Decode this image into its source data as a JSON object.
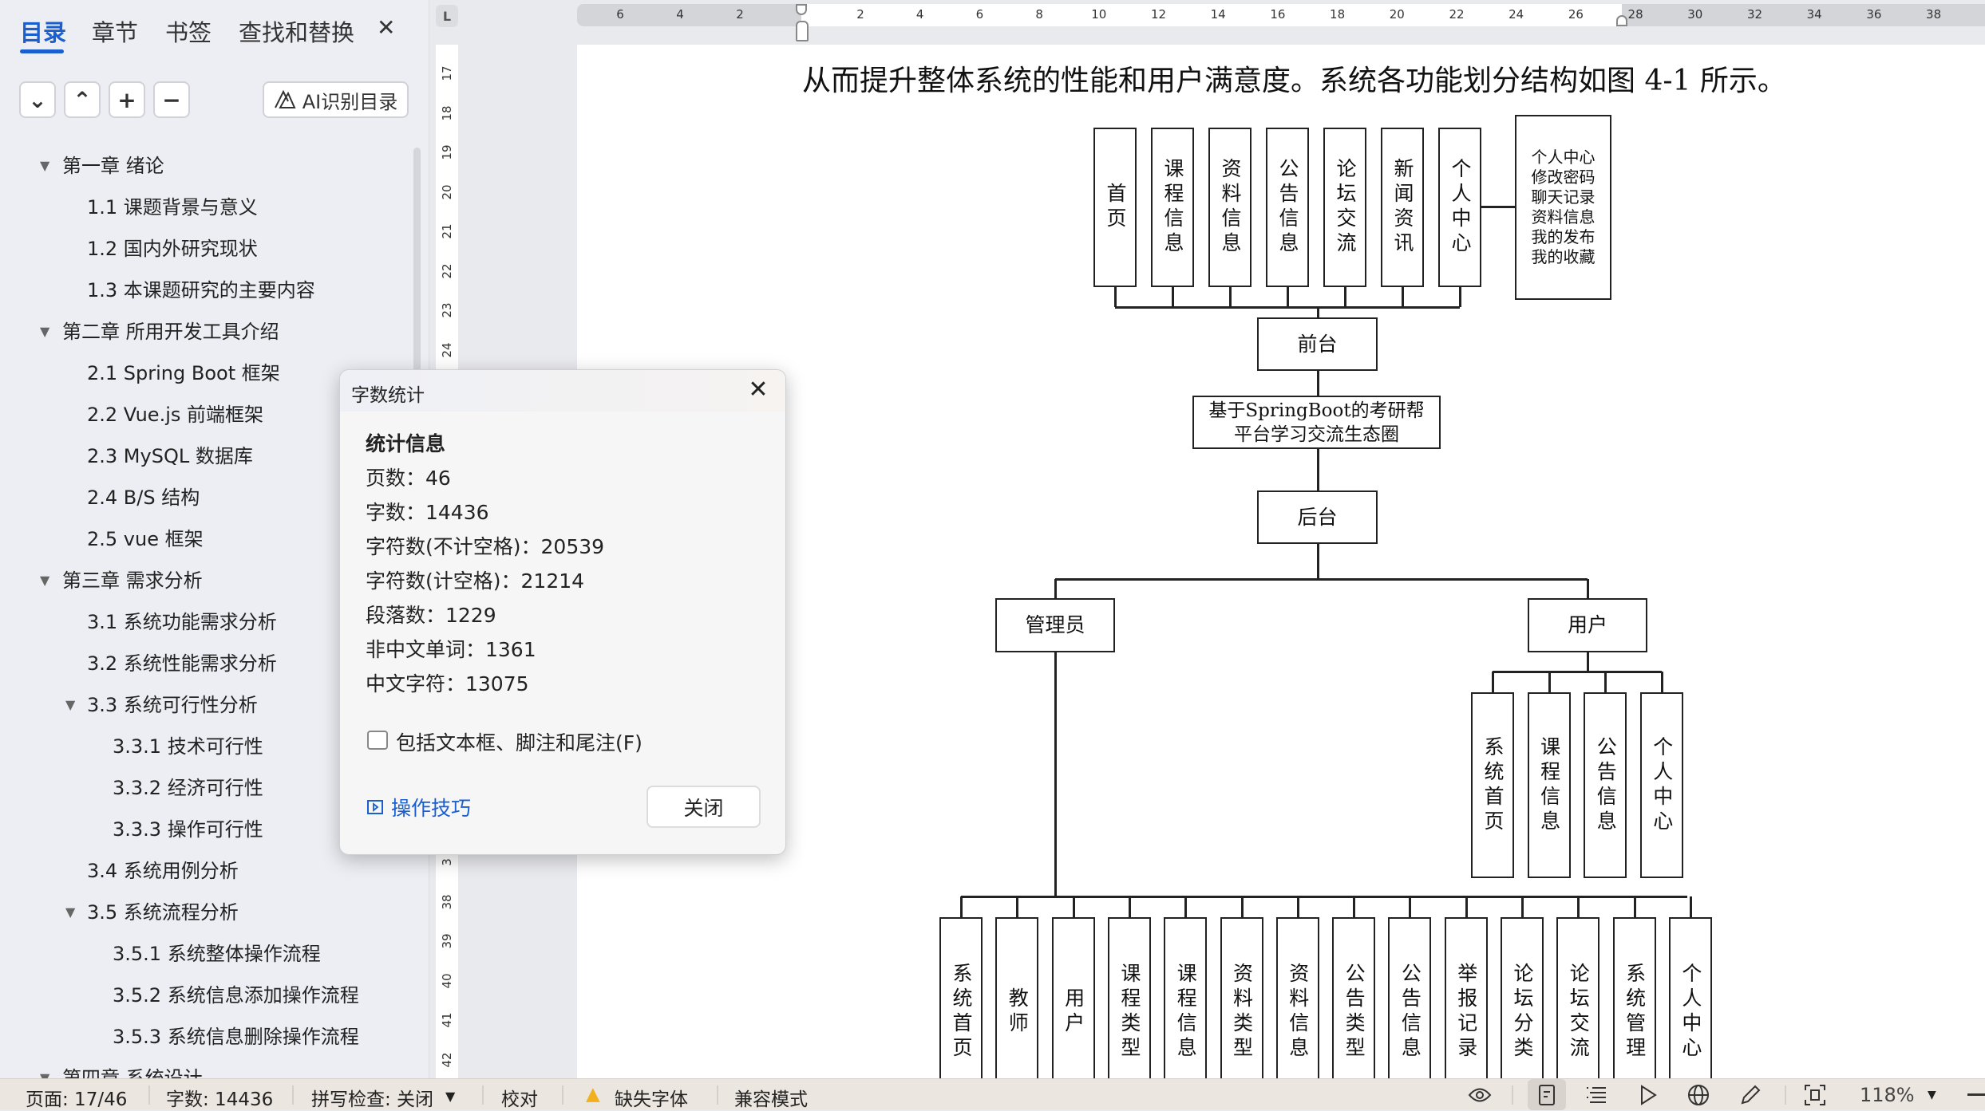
{
  "sidebar": {
    "tabs": [
      "目录",
      "章节",
      "书签",
      "查找和替换"
    ],
    "close_glyph": "✕",
    "ai_button": "AI识别目录",
    "toc": [
      {
        "label": "第一章  绪论",
        "level": 1,
        "expanded": true
      },
      {
        "label": "1.1 课题背景与意义",
        "level": 2
      },
      {
        "label": "1.2 国内外研究现状",
        "level": 2
      },
      {
        "label": "1.3 本课题研究的主要内容",
        "level": 2
      },
      {
        "label": "第二章  所用开发工具介绍",
        "level": 1,
        "expanded": true
      },
      {
        "label": "2.1 Spring Boot 框架",
        "level": 2
      },
      {
        "label": "2.2 Vue.js 前端框架",
        "level": 2
      },
      {
        "label": "2.3 MySQL 数据库",
        "level": 2
      },
      {
        "label": "2.4 B/S 结构",
        "level": 2
      },
      {
        "label": "2.5 vue 框架",
        "level": 2
      },
      {
        "label": "第三章  需求分析",
        "level": 1,
        "expanded": true
      },
      {
        "label": "3.1 系统功能需求分析",
        "level": 2
      },
      {
        "label": "3.2 系统性能需求分析",
        "level": 2
      },
      {
        "label": "3.3 系统可行性分析",
        "level": 2,
        "expanded": true
      },
      {
        "label": "3.3.1 技术可行性",
        "level": 3
      },
      {
        "label": "3.3.2 经济可行性",
        "level": 3
      },
      {
        "label": "3.3.3 操作可行性",
        "level": 3
      },
      {
        "label": "3.4 系统用例分析",
        "level": 2
      },
      {
        "label": "3.5 系统流程分析",
        "level": 2,
        "expanded": true
      },
      {
        "label": "3.5.1 系统整体操作流程",
        "level": 3
      },
      {
        "label": "3.5.2 系统信息添加操作流程",
        "level": 3
      },
      {
        "label": "3.5.3 系统信息删除操作流程",
        "level": 3
      },
      {
        "label": "第四章  系统设计",
        "level": 1,
        "expanded": true
      }
    ]
  },
  "rulers": {
    "horizontal_left": [
      "6",
      "4",
      "2"
    ],
    "horizontal": [
      "2",
      "4",
      "6",
      "8",
      "10",
      "12",
      "14",
      "16",
      "18",
      "20",
      "22",
      "24",
      "26",
      "28",
      "30",
      "32",
      "34",
      "36",
      "38"
    ],
    "vertical_top": [
      "17",
      "18",
      "19",
      "20",
      "21",
      "22",
      "23",
      "24"
    ],
    "vertical_bottom": [
      "3",
      "38",
      "39",
      "40",
      "41",
      "42"
    ]
  },
  "document": {
    "paragraph": "从而提升整体系统的性能和用户满意度。系统各功能划分结构如图 4-1 所示。",
    "diagram": {
      "top_modules": [
        "首页",
        "课程信息",
        "资料信息",
        "公告信息",
        "论坛交流",
        "新闻资讯",
        "个人中心"
      ],
      "personal_center_details": [
        "个人中心",
        "修改密码",
        "聊天记录",
        "资料信息",
        "我的发布",
        "我的收藏"
      ],
      "frontend": "前台",
      "system_line1": "基于SpringBoot的考研帮",
      "system_line2": "平台学习交流生态圈",
      "backend": "后台",
      "admin": "管理员",
      "user": "用户",
      "user_modules": [
        "系统首页",
        "课程信息",
        "公告信息",
        "个人中心"
      ],
      "admin_modules": [
        "系统首页",
        "教师",
        "用户",
        "课程类型",
        "课程信息",
        "资料类型",
        "资料信息",
        "公告类型",
        "公告信息",
        "举报记录",
        "论坛分类",
        "论坛交流",
        "系统管理",
        "个人中心"
      ]
    }
  },
  "dialog": {
    "title": "字数统计",
    "section": "统计信息",
    "stats": [
      "页数：46",
      "字数：14436",
      "字符数(不计空格)：20539",
      "字符数(计空格)：21214",
      "段落数：1229",
      "非中文单词：1361",
      "中文字符：13075"
    ],
    "checkbox_label": "包括文本框、脚注和尾注(F)",
    "checkbox_checked": false,
    "tips_link": "操作技巧",
    "close_button": "关闭"
  },
  "statusbar": {
    "page": "页面: 17/46",
    "words": "字数: 14436",
    "spellcheck": "拼写检查: 关闭",
    "proofread": "校对",
    "missing_fonts": "缺失字体",
    "compat_mode": "兼容模式",
    "zoom": "118%"
  },
  "colors": {
    "accent": "#1a5fd0",
    "warning": "#f2b01e"
  }
}
